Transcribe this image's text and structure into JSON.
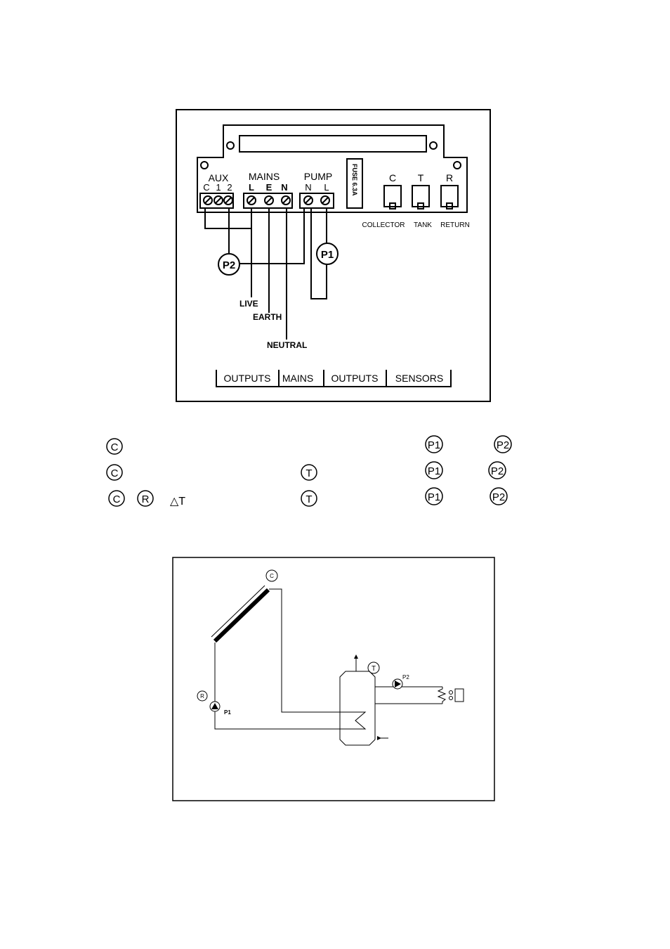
{
  "wiring": {
    "terminals": {
      "aux": {
        "title": "AUX",
        "pins": [
          "C",
          "1",
          "2"
        ]
      },
      "mains": {
        "title": "MAINS",
        "pins": [
          "L",
          "E",
          "N"
        ]
      },
      "pump": {
        "title": "PUMP",
        "pins": [
          "N",
          "L"
        ]
      },
      "fuse": "FUSE 6.3A"
    },
    "sensors": {
      "letters": [
        "C",
        "T",
        "R"
      ],
      "caption": [
        "COLLECTOR",
        "TANK",
        "RETURN"
      ]
    },
    "pumps": {
      "p1": "P1",
      "p2": "P2"
    },
    "wires": {
      "live": "LIVE",
      "earth": "EARTH",
      "neutral": "NEUTRAL"
    },
    "footer": [
      "OUTPUTS",
      "MAINS",
      "OUTPUTS",
      "SENSORS"
    ]
  },
  "legend": {
    "rows": [
      {
        "left": [
          "C"
        ],
        "mid": "",
        "p1": "P1",
        "p2": "P2"
      },
      {
        "left": [
          "C"
        ],
        "mid": "T",
        "p1": "P1",
        "p2": "P2"
      },
      {
        "left": [
          "C",
          "R"
        ],
        "delta": "△T",
        "mid": "T",
        "p1": "P1",
        "p2": "P2"
      }
    ]
  },
  "schematic": {
    "collector": "C",
    "tank": "T",
    "return": "R",
    "p1": "P1",
    "p2": "P2"
  }
}
